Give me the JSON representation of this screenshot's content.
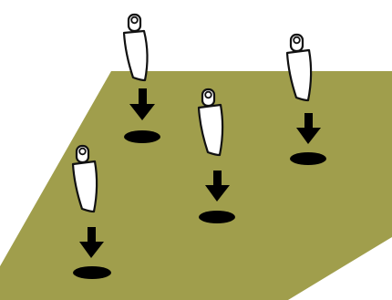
{
  "diagram": {
    "ground_color": "#a09e4c",
    "outline_color": "#111111",
    "fill_color": "#ffffff",
    "hole_color": "#000000",
    "arrow_color": "#000000",
    "trowels": [
      {
        "icon": "trowel-icon",
        "arrow": "down-arrow-icon",
        "hole": "planting-hole"
      },
      {
        "icon": "trowel-icon",
        "arrow": "down-arrow-icon",
        "hole": "planting-hole"
      },
      {
        "icon": "trowel-icon",
        "arrow": "down-arrow-icon",
        "hole": "planting-hole"
      },
      {
        "icon": "trowel-icon",
        "arrow": "down-arrow-icon",
        "hole": "planting-hole"
      }
    ]
  }
}
